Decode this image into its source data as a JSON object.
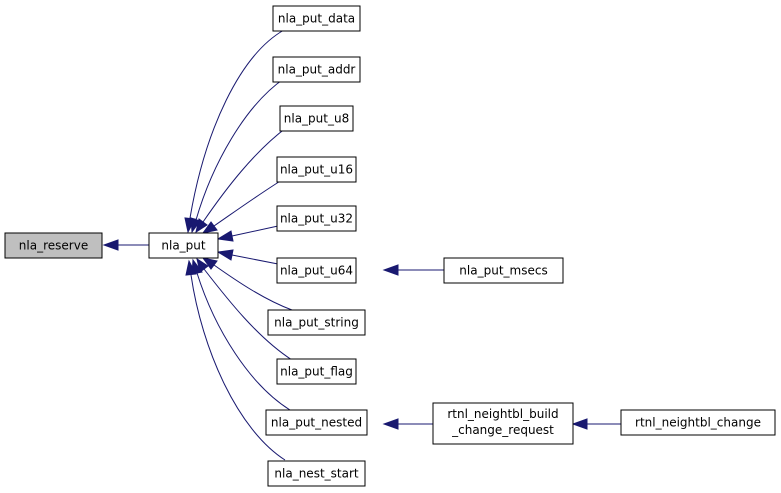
{
  "colors": {
    "edge": "#191970",
    "node_border": "#000000",
    "node_fill": "#ffffff",
    "highlight_fill": "#bfbfbf"
  },
  "nodes": {
    "nla_reserve": "nla_reserve",
    "nla_put": "nla_put",
    "nla_put_data": "nla_put_data",
    "nla_put_addr": "nla_put_addr",
    "nla_put_u8": "nla_put_u8",
    "nla_put_u16": "nla_put_u16",
    "nla_put_u32": "nla_put_u32",
    "nla_put_u64": "nla_put_u64",
    "nla_put_string": "nla_put_string",
    "nla_put_flag": "nla_put_flag",
    "nla_put_nested": "nla_put_nested",
    "nla_nest_start": "nla_nest_start",
    "nla_put_msecs": "nla_put_msecs",
    "rtnl_build_line1": "rtnl_neightbl_build",
    "rtnl_build_line2": "_change_request",
    "rtnl_neightbl_change": "rtnl_neightbl_change"
  },
  "edges": [
    {
      "from": "nla_put",
      "to": "nla_reserve"
    },
    {
      "from": "nla_put_data",
      "to": "nla_put"
    },
    {
      "from": "nla_put_addr",
      "to": "nla_put"
    },
    {
      "from": "nla_put_u8",
      "to": "nla_put"
    },
    {
      "from": "nla_put_u16",
      "to": "nla_put"
    },
    {
      "from": "nla_put_u32",
      "to": "nla_put"
    },
    {
      "from": "nla_put_u64",
      "to": "nla_put"
    },
    {
      "from": "nla_put_string",
      "to": "nla_put"
    },
    {
      "from": "nla_put_flag",
      "to": "nla_put"
    },
    {
      "from": "nla_put_nested",
      "to": "nla_put"
    },
    {
      "from": "nla_nest_start",
      "to": "nla_put"
    },
    {
      "from": "nla_put_msecs",
      "to": "nla_put_u64"
    },
    {
      "from": "rtnl_neightbl_build_change_request",
      "to": "nla_put_nested"
    },
    {
      "from": "rtnl_neightbl_change",
      "to": "rtnl_neightbl_build_change_request"
    }
  ]
}
